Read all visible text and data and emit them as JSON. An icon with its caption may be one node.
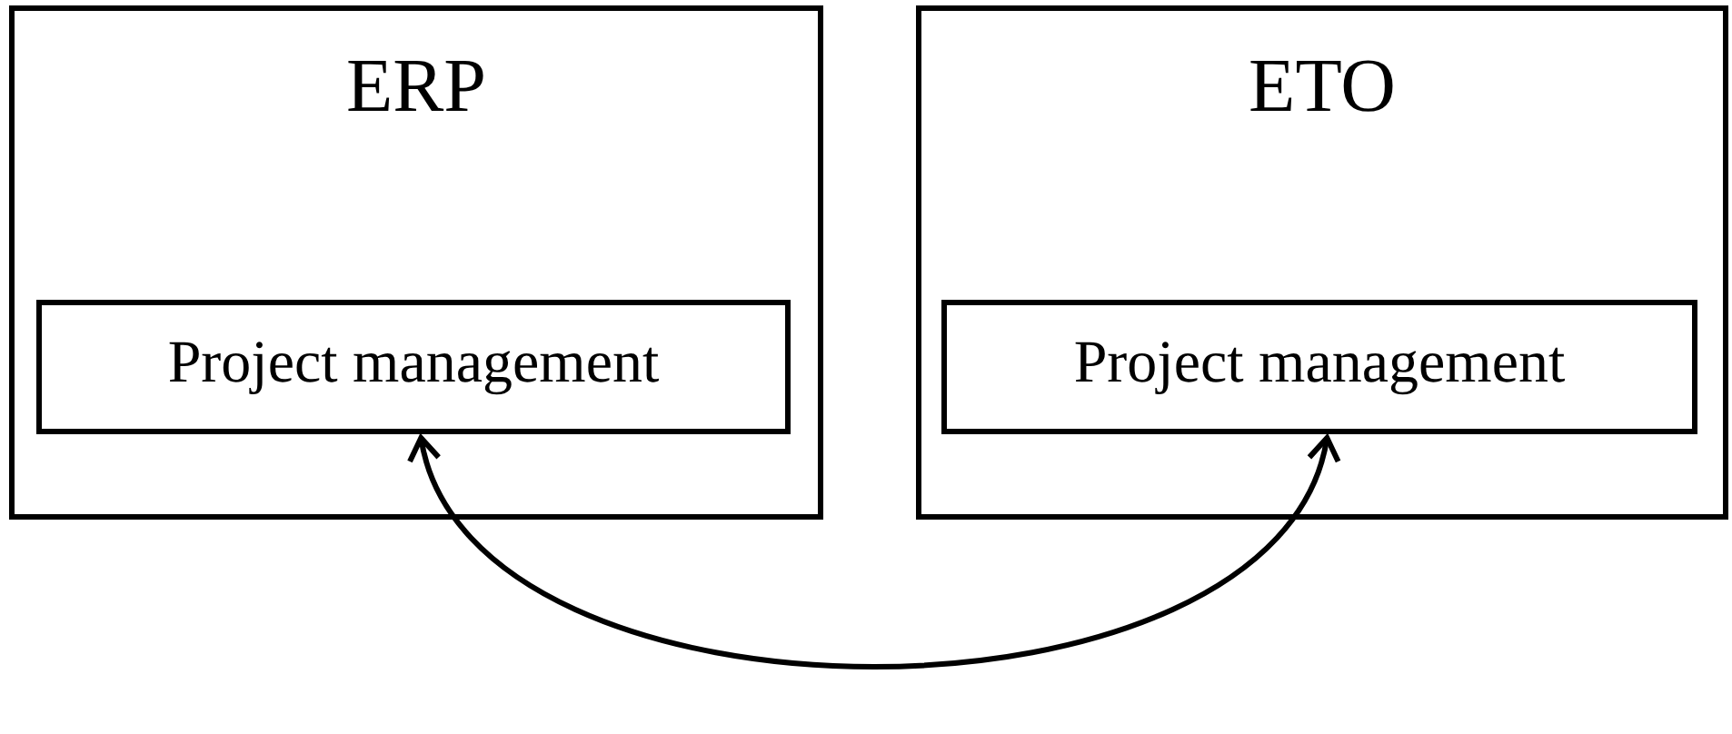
{
  "diagram": {
    "nodes": [
      {
        "text": [
          "ERP"
        ]
      },
      {
        "text": [
          "Project management"
        ],
        "in": 0
      },
      {
        "text": [
          "ETO"
        ]
      },
      {
        "text": [
          "Project management"
        ],
        "in": 2
      }
    ],
    "edges": [
      {
        "from": 1,
        "to": 3,
        "arrow": "both"
      }
    ]
  }
}
